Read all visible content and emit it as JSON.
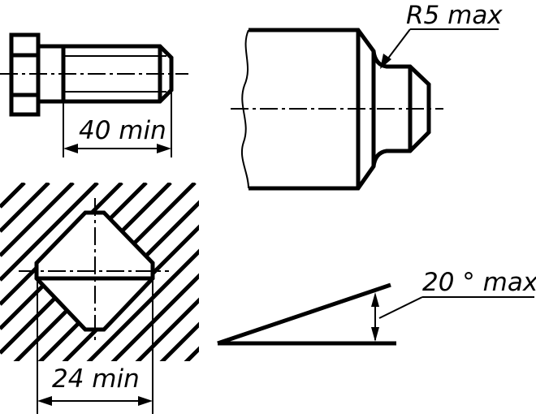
{
  "figure": {
    "bolt_thread_length_label": "40 min",
    "undercut_radius_label": "R5 max",
    "hole_width_label": "24 min",
    "angle_label": "20 ° max"
  }
}
